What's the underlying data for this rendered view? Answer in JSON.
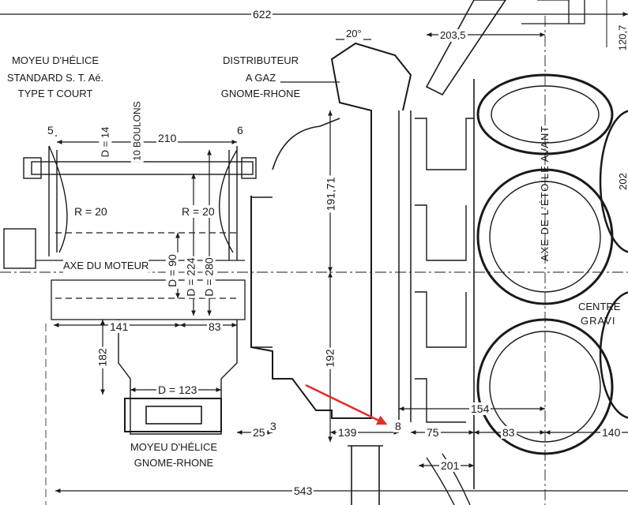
{
  "labels": {
    "moyeu_standard": [
      "MOYEU D'HÉLICE",
      "STANDARD S. T. Aé.",
      "TYPE T COURT"
    ],
    "distributeur": [
      "DISTRIBUTEUR",
      "A GAZ",
      "GNOME-RHONE"
    ],
    "moyeu_gnome": [
      "MOYEU D'HÉLICE",
      "GNOME-RHONE"
    ],
    "axe_moteur": "AXE DU MOTEUR",
    "axe_etoile": "AXE DE L'ÉTOILE AVANT",
    "centre_gravite": [
      "CENTRE",
      "GRAVI"
    ]
  },
  "dimensions": {
    "overall_top": "622",
    "overall_bottom": "543",
    "angle": "20°",
    "d203": "203,5",
    "d120": "120,7",
    "d5": "5",
    "d6": "6",
    "d210": "210",
    "d14": "D = 14",
    "bolts": "10 BOULONS",
    "r20_left": "R = 20",
    "r20_right": "R = 20",
    "d90": "D = 90",
    "d224": "D = 224",
    "d280": "D = 280",
    "d141": "141",
    "d83_left": "83",
    "d182": "182",
    "d123": "D = 123",
    "d191": "191,71",
    "d192": "192",
    "d154": "154",
    "d25": "25",
    "d3": "3",
    "d139": "139",
    "d8": "8",
    "d75": "75",
    "d83_right": "83",
    "d140": "140",
    "d201": "201",
    "d202": "202"
  },
  "colors": {
    "ink": "#1a1a1a",
    "annotation_arrow": "#e0302a"
  }
}
